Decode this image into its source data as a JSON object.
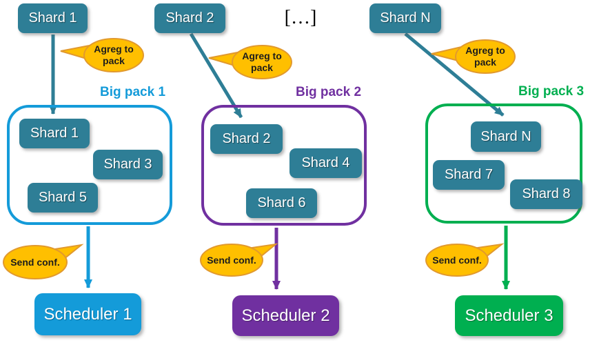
{
  "ellipsis_label": "[…]",
  "bubble_labels": {
    "aggregate": "Agreg to pack",
    "send_conf": "Send conf."
  },
  "colors": {
    "teal": "#2E7E96",
    "blue": "#149BD9",
    "purple": "#7030A0",
    "green": "#00AF50",
    "bubble-fill": "#FFBF00",
    "bubble-stroke": "#E1992E"
  },
  "groups": [
    {
      "source_shard": "Shard 1",
      "pack_title": "Big pack 1",
      "members": [
        "Shard 1",
        "Shard 3",
        "Shard 5"
      ],
      "scheduler": "Scheduler 1"
    },
    {
      "source_shard": "Shard 2",
      "pack_title": "Big pack 2",
      "members": [
        "Shard 2",
        "Shard 4",
        "Shard 6"
      ],
      "scheduler": "Scheduler 2"
    },
    {
      "source_shard": "Shard N",
      "pack_title": "Big pack 3",
      "members": [
        "Shard N",
        "Shard 7",
        "Shard 8"
      ],
      "scheduler": "Scheduler 3"
    }
  ]
}
